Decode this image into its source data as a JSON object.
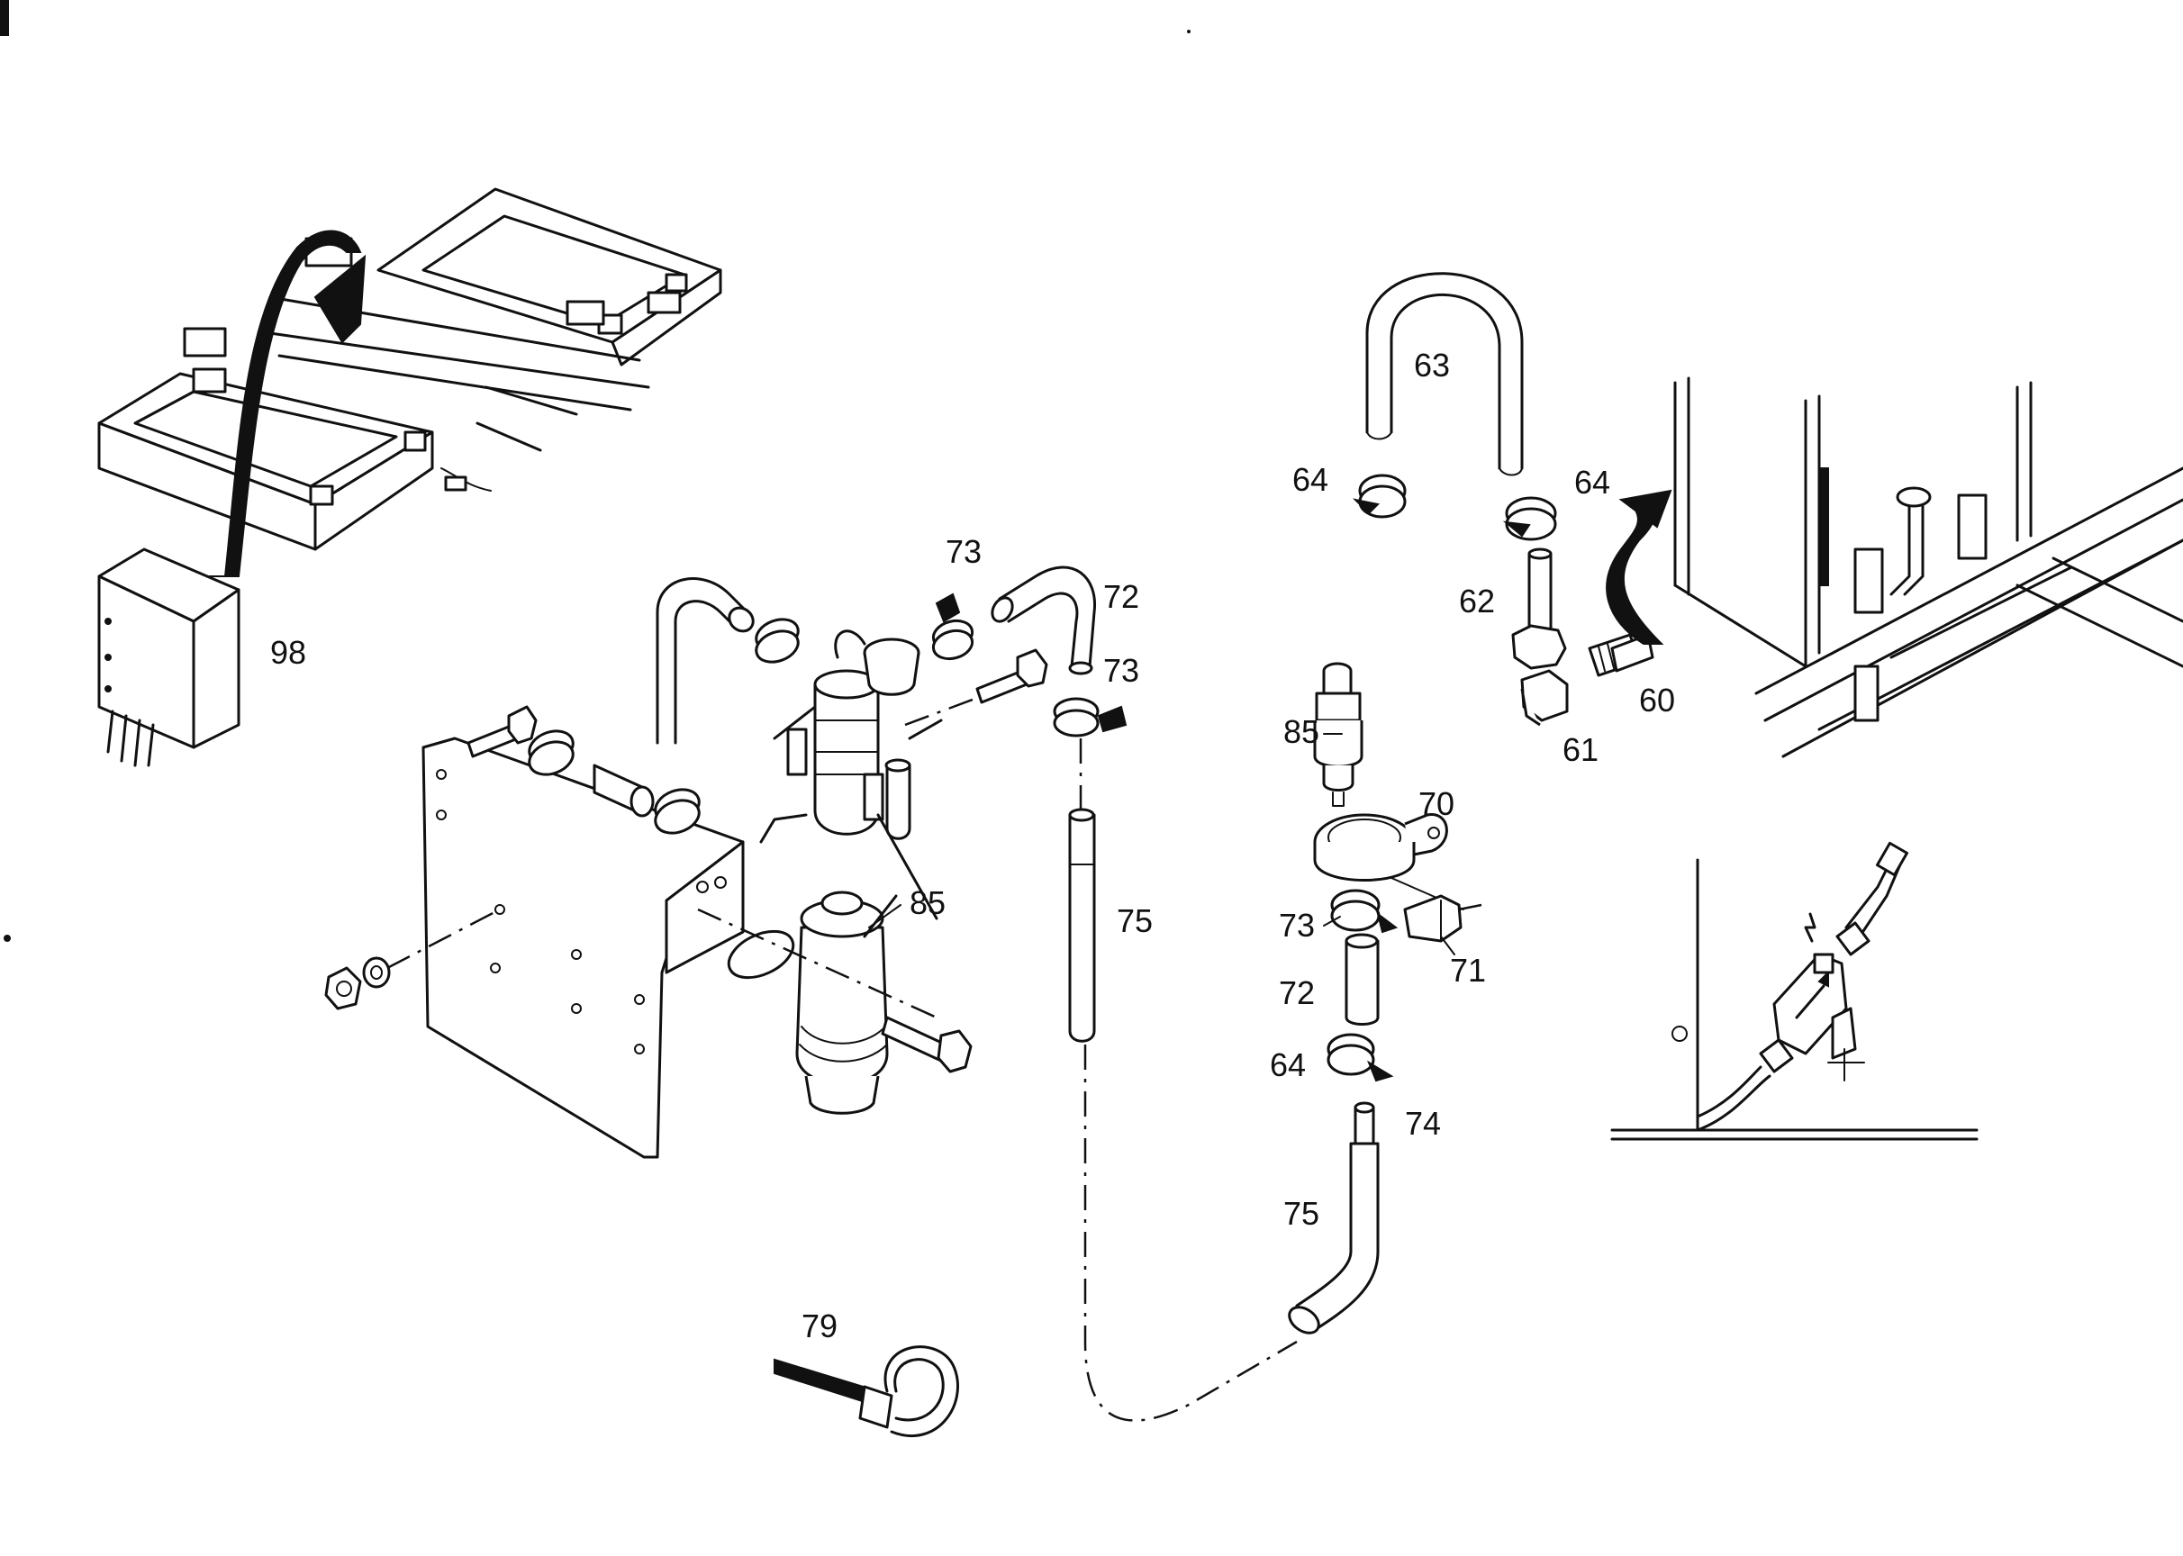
{
  "labels": {
    "p98": "98",
    "p73a": "73",
    "p72a": "72",
    "p73b": "73",
    "p85a": "85",
    "p75a": "75",
    "p79": "79",
    "p63": "63",
    "p64a": "64",
    "p64b": "64",
    "p62": "62",
    "p60": "60",
    "p61": "61",
    "p85b": "85",
    "p70": "70",
    "p73c": "73",
    "p71": "71",
    "p72b": "72",
    "p64c": "64",
    "p74": "74",
    "p75b": "75"
  },
  "colors": {
    "ink": "#111111",
    "paper": "#ffffff"
  }
}
